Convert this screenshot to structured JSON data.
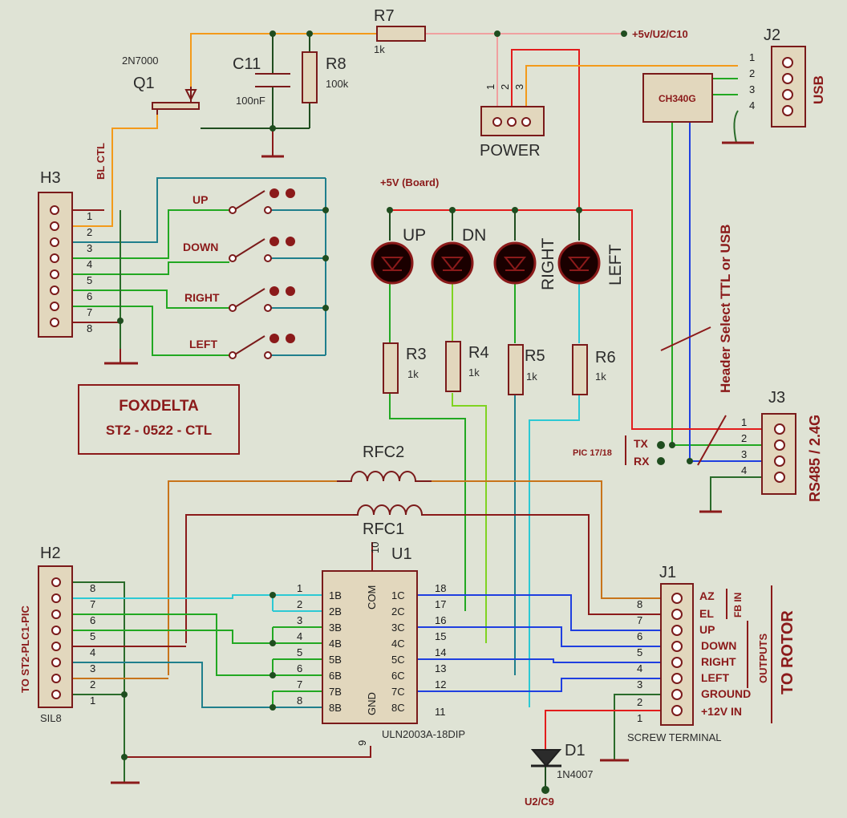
{
  "colors": {
    "background": "#dfe3d5",
    "component_outline": "#7a1a1a",
    "component_fill": "#e2d7bd",
    "wire_dark_red": "#8b1a1a",
    "wire_orange": "#f39a1a",
    "wire_pink": "#f0a0a0",
    "wire_red": "#e31c1c",
    "wire_green": "#22a822",
    "wire_lime": "#7fd321",
    "wire_teal": "#1f7f8c",
    "wire_cyan": "#2cc9d4",
    "wire_blue": "#1f3fe0",
    "wire_ground": "#2a6b2a",
    "label_red": "#8b1a1a",
    "junction": "#1f4d1f"
  },
  "title_block": {
    "line1": "FOXDELTA",
    "line2": "ST2 - 0522 - CTL"
  },
  "q1": {
    "ref": "Q1",
    "part": "2N7000"
  },
  "c11": {
    "ref": "C11",
    "value": "100nF"
  },
  "r8": {
    "ref": "R8",
    "value": "100k"
  },
  "r7": {
    "ref": "R7",
    "value": "1k"
  },
  "net_5v_u2": "+5v/U2/C10",
  "net_5v_board": "+5V (Board)",
  "net_bl_ctl": "BL CTL",
  "power": {
    "label": "POWER",
    "pins": [
      "1",
      "2",
      "3"
    ]
  },
  "ch340g": "CH340G",
  "j2": {
    "ref": "J2",
    "label": "USB",
    "pins": [
      "1",
      "2",
      "3",
      "4"
    ]
  },
  "header_select": "Header Select TTL or USB",
  "h3": {
    "ref": "H3",
    "pins": [
      "1",
      "2",
      "3",
      "4",
      "5",
      "6",
      "7",
      "8"
    ]
  },
  "switches": [
    "UP",
    "DOWN",
    "RIGHT",
    "LEFT"
  ],
  "leds": [
    "UP",
    "DN",
    "RIGHT",
    "LEFT"
  ],
  "resistors": [
    {
      "ref": "R3",
      "value": "1k"
    },
    {
      "ref": "R4",
      "value": "1k"
    },
    {
      "ref": "R5",
      "value": "1k"
    },
    {
      "ref": "R6",
      "value": "1k"
    }
  ],
  "j3": {
    "ref": "J3",
    "label": "RS485 / 2.4G",
    "pins": [
      "1",
      "2",
      "3",
      "4"
    ],
    "pic_label": "PIC 17/18",
    "tx": "TX",
    "rx": "RX"
  },
  "rfc": [
    "RFC2",
    "RFC1"
  ],
  "h2": {
    "ref": "H2",
    "side_label": "TO ST2-PLC1-PIC",
    "part": "SIL8",
    "pins": [
      "8",
      "7",
      "6",
      "5",
      "4",
      "3",
      "2",
      "1"
    ]
  },
  "u1": {
    "ref": "U1",
    "part": "ULN2003A-18DIP",
    "left_pins": [
      "1",
      "2",
      "3",
      "4",
      "5",
      "6",
      "7",
      "8"
    ],
    "left_names": [
      "1B",
      "2B",
      "3B",
      "4B",
      "5B",
      "6B",
      "7B",
      "8B"
    ],
    "right_pins": [
      "18",
      "17",
      "16",
      "15",
      "14",
      "13",
      "12",
      "11"
    ],
    "right_names": [
      "1C",
      "2C",
      "3C",
      "4C",
      "5C",
      "6C",
      "7C",
      "8C"
    ],
    "com_label": "COM",
    "gnd_label": "GND",
    "pin_top": "10",
    "pin_bottom": "9"
  },
  "j1": {
    "ref": "J1",
    "part": "SCREW TERMINAL",
    "pins": [
      "8",
      "7",
      "6",
      "5",
      "4",
      "3",
      "2",
      "1"
    ],
    "signals": [
      "AZ",
      "EL",
      "UP",
      "DOWN",
      "RIGHT",
      "LEFT",
      "GROUND",
      "+12V IN"
    ],
    "fb_in": "FB IN",
    "outputs": "OUTPUTS",
    "to_rotor": "TO ROTOR"
  },
  "d1": {
    "ref": "D1",
    "part": "1N4007",
    "net": "U2/C9"
  }
}
